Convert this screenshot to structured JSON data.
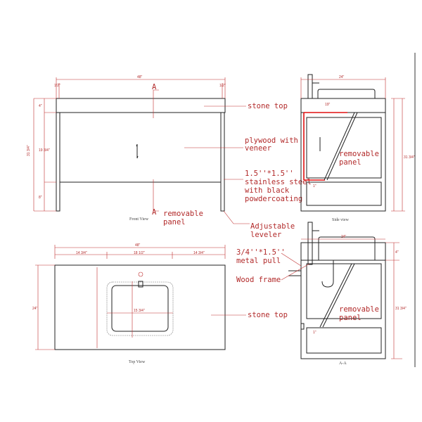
{
  "colors": {
    "annotation": "#b22a2a",
    "outline": "#222222",
    "speckle": "#888888"
  },
  "front_view": {
    "caption": "Front View",
    "width_dim": "48\"",
    "side_dim": "1/2\"",
    "top_dim": "4\"",
    "mid_dim": "19 3/4\"",
    "bottom_dim": "8\"",
    "total_dim": "31 3/4\"",
    "section_mark": "A"
  },
  "side_view": {
    "caption": "Side view",
    "width_dim": "24\"",
    "inner_dim": "19\"",
    "offset_dim": "1\"",
    "total_dim": "31 3/4\""
  },
  "section_view": {
    "caption": "A-A",
    "width_dim": "24\"",
    "top_dim": "4\"",
    "offset_dim": "1\"",
    "total_dim": "31 3/4\""
  },
  "top_view": {
    "caption": "Top View",
    "width_dim": "48\"",
    "segments": [
      "14 3/4\"",
      "18 1/2\"",
      "14 3/4\""
    ],
    "depth_dim": "24\"",
    "sink_dim": "15 3/4\""
  },
  "labels": {
    "stone_top": "stone top",
    "plywood": [
      "plywood with",
      "veneer"
    ],
    "steel": [
      "1.5''*1.5''",
      "stainless steel",
      "with black",
      "powdercoating"
    ],
    "leveler": [
      "Adjustable",
      "leveler"
    ],
    "removable_panel": [
      "removable",
      "panel"
    ],
    "metal_pull": [
      "3/4''*1.5''",
      "metal pull"
    ],
    "wood_frame": "Wood frame"
  }
}
